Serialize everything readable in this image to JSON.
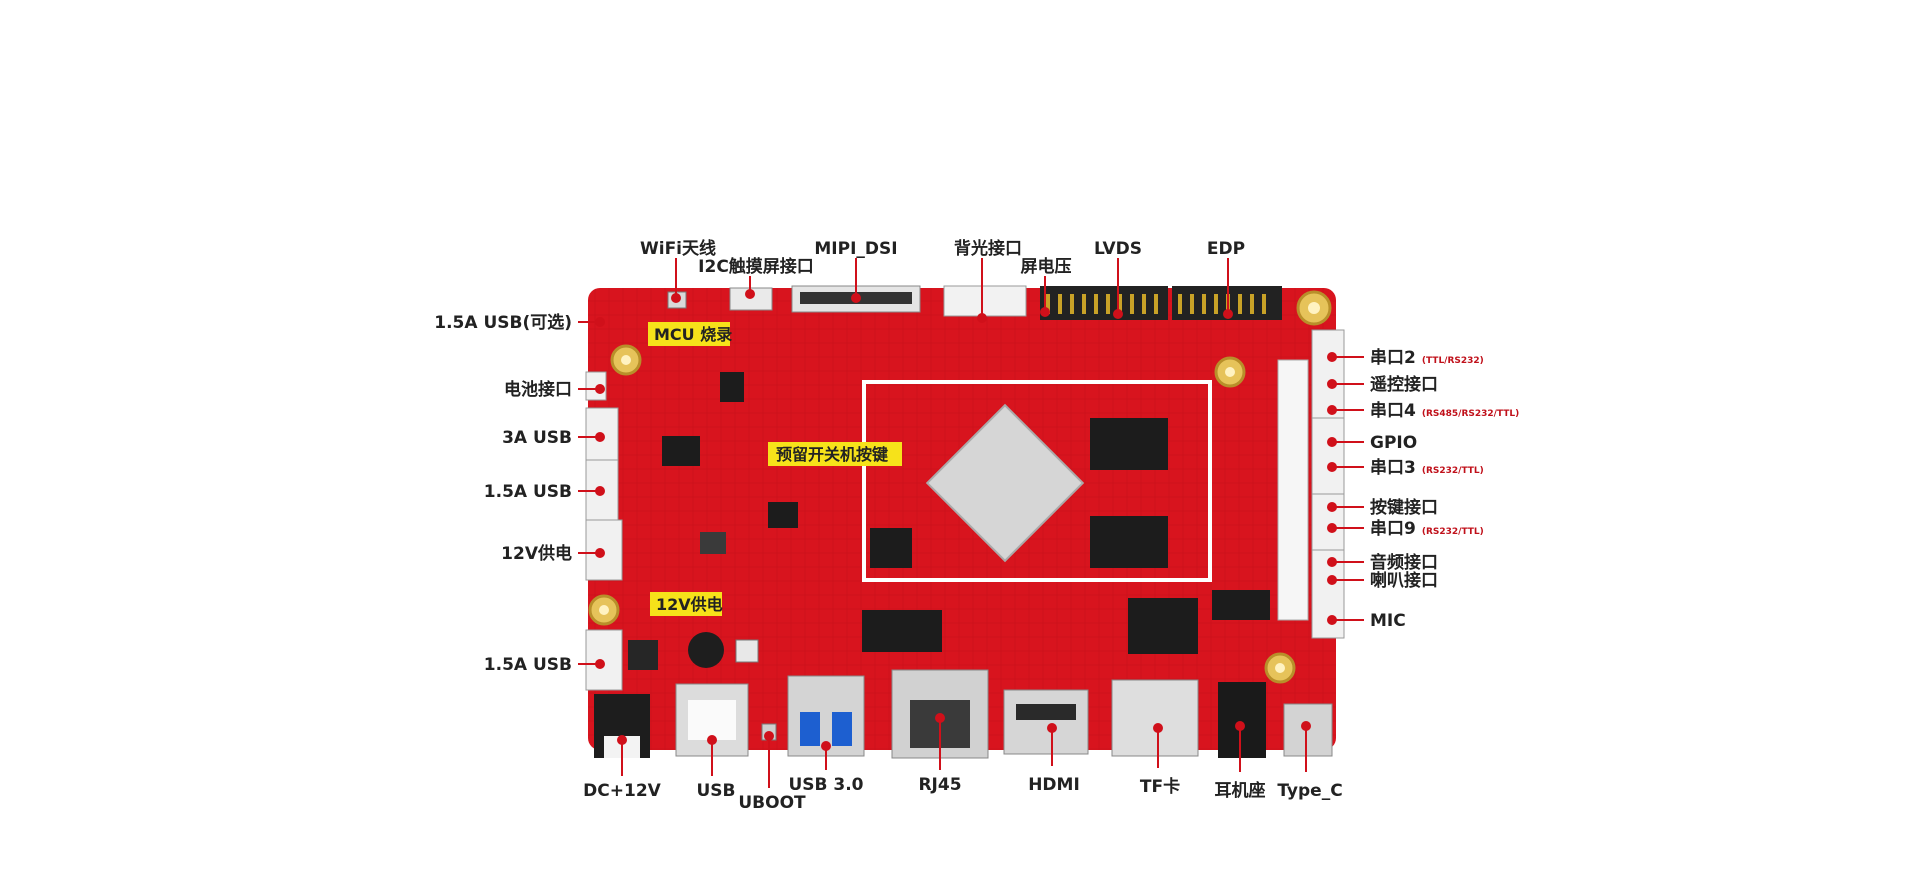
{
  "board": {
    "labels": {
      "wifi": "WiFi天线",
      "i2c": "I2C触摸屏接口",
      "mipi": "MIPI_DSI",
      "backlight": "背光接口",
      "screen_voltage": "屏电压",
      "lvds": "LVDS",
      "edp": "EDP",
      "usb_optional": "1.5A  USB(可选)",
      "battery": "电池接口",
      "usb_3a": "3A  USB",
      "usb_15a_1": "1.5A  USB",
      "power_12v_left": "12V供电",
      "usb_15a_2": "1.5A  USB",
      "dc": "DC+12V",
      "usb": "USB",
      "uboot": "UBOOT",
      "usb3": "USB  3.0",
      "rj45": "RJ45",
      "hdmi": "HDMI",
      "tf": "TF卡",
      "earphone": "耳机座",
      "typec": "Type_C",
      "uart2": "串口2",
      "uart2_sub": "(TTL/RS232)",
      "remote": "遥控接口",
      "uart4": "串口4",
      "uart4_sub": "(RS485/RS232/TTL)",
      "gpio": "GPIO",
      "uart3": "串口3",
      "uart3_sub": "(RS232/TTL)",
      "key": "按键接口",
      "uart9": "串口9",
      "uart9_sub": "(RS232/TTL)",
      "audio": "音频接口",
      "speaker": "喇叭接口",
      "mic": "MIC",
      "mcu_burn": "MCU 烧录",
      "power_key": "预留开关机按键",
      "power_12v_board": "12V供电"
    },
    "colors": {
      "pcb": "#d8141e",
      "pcb_dark": "#b80f17",
      "leader": "#d0101a",
      "tag_bg": "#f6e21a",
      "text": "#222222"
    }
  }
}
